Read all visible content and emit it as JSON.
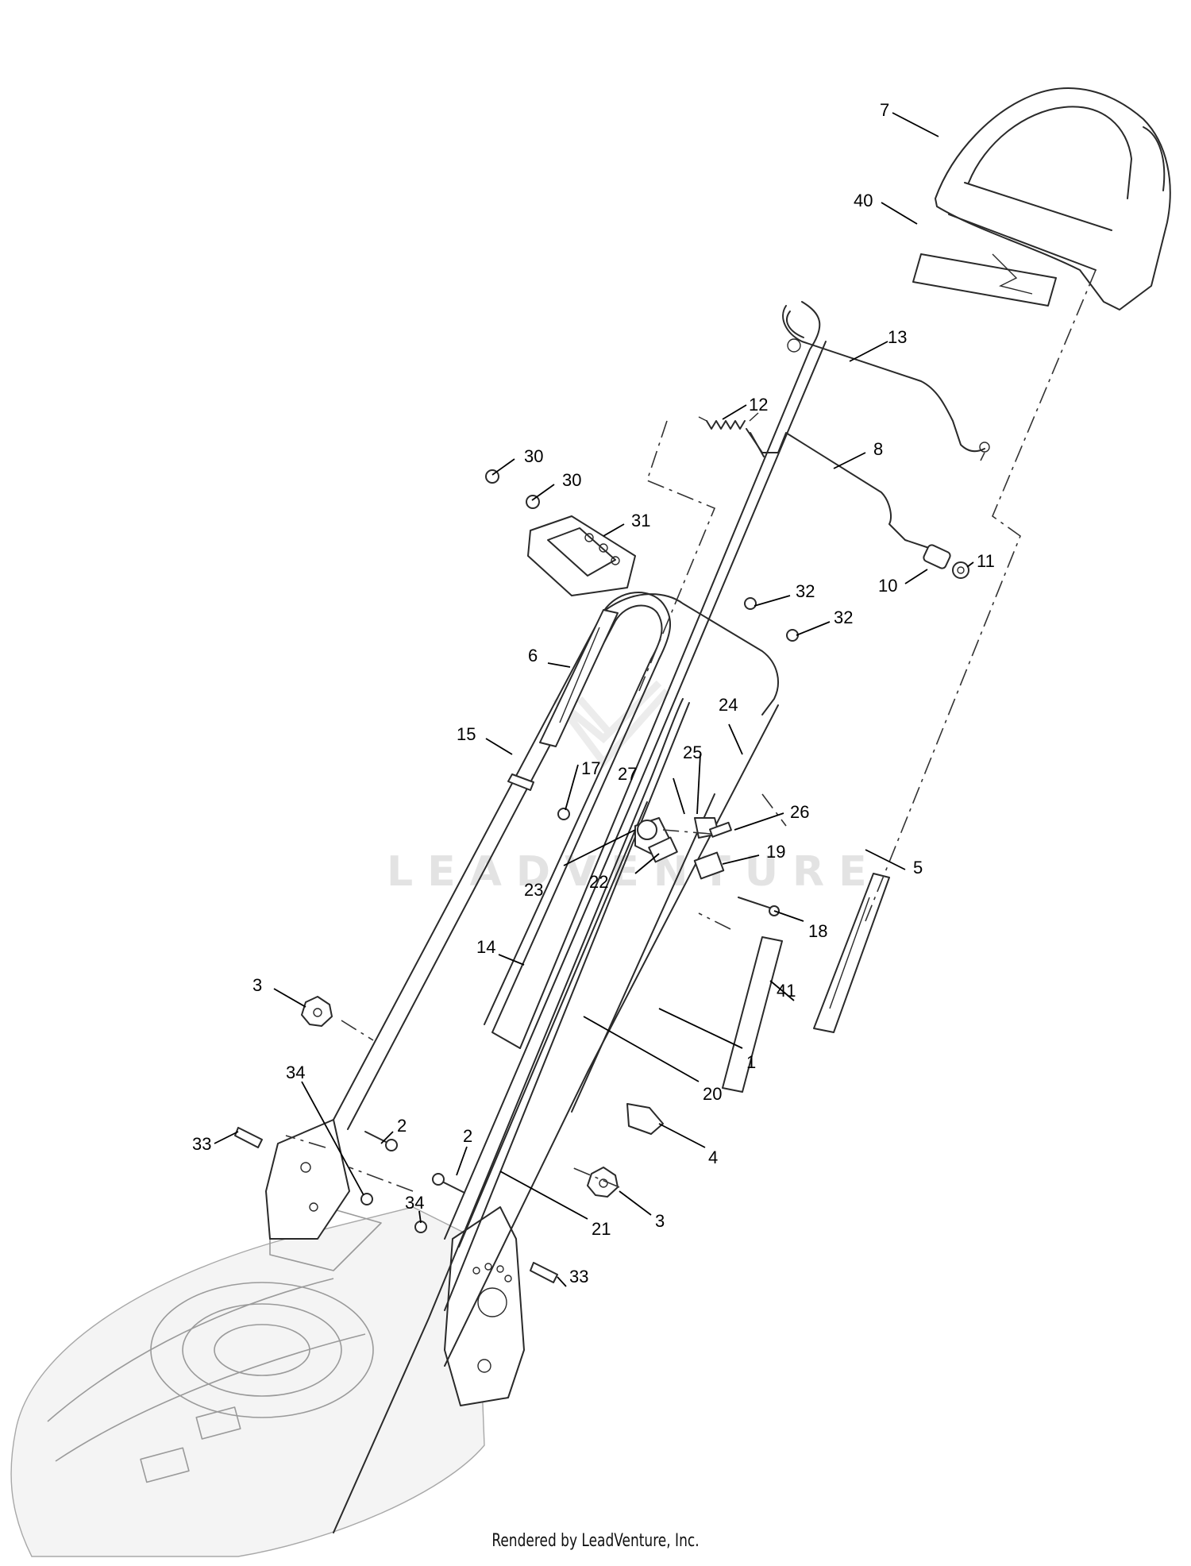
{
  "watermark": {
    "brand": "LEADVENTURE"
  },
  "callouts": [
    {
      "id": "c7",
      "label": "7"
    },
    {
      "id": "c40",
      "label": "40"
    },
    {
      "id": "c13",
      "label": "13"
    },
    {
      "id": "c12",
      "label": "12"
    },
    {
      "id": "c8",
      "label": "8"
    },
    {
      "id": "c30a",
      "label": "30"
    },
    {
      "id": "c30b",
      "label": "30"
    },
    {
      "id": "c31",
      "label": "31"
    },
    {
      "id": "c11",
      "label": "11"
    },
    {
      "id": "c10",
      "label": "10"
    },
    {
      "id": "c32a",
      "label": "32"
    },
    {
      "id": "c32b",
      "label": "32"
    },
    {
      "id": "c6",
      "label": "6"
    },
    {
      "id": "c24",
      "label": "24"
    },
    {
      "id": "c15",
      "label": "15"
    },
    {
      "id": "c27",
      "label": "27"
    },
    {
      "id": "c25",
      "label": "25"
    },
    {
      "id": "c17",
      "label": "17"
    },
    {
      "id": "c26",
      "label": "26"
    },
    {
      "id": "c19",
      "label": "19"
    },
    {
      "id": "c5",
      "label": "5"
    },
    {
      "id": "c23",
      "label": "23"
    },
    {
      "id": "c22",
      "label": "22"
    },
    {
      "id": "c18",
      "label": "18"
    },
    {
      "id": "c14",
      "label": "14"
    },
    {
      "id": "c41",
      "label": "41"
    },
    {
      "id": "c3a",
      "label": "3"
    },
    {
      "id": "c1",
      "label": "1"
    },
    {
      "id": "c34a",
      "label": "34"
    },
    {
      "id": "c20",
      "label": "20"
    },
    {
      "id": "c2a",
      "label": "2"
    },
    {
      "id": "c33a",
      "label": "33"
    },
    {
      "id": "c2b",
      "label": "2"
    },
    {
      "id": "c4",
      "label": "4"
    },
    {
      "id": "c34b",
      "label": "34"
    },
    {
      "id": "c3b",
      "label": "3"
    },
    {
      "id": "c21",
      "label": "21"
    },
    {
      "id": "c33b",
      "label": "33"
    }
  ],
  "footer": {
    "credit": "Rendered by LeadVenture, Inc."
  }
}
